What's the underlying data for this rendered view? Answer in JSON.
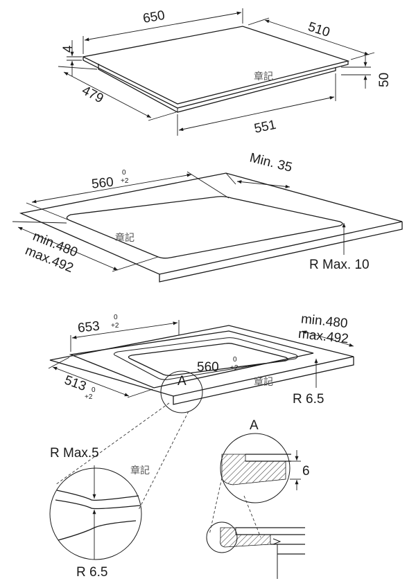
{
  "diagram": {
    "top_view": {
      "dim_width": "650",
      "dim_depth": "510",
      "dim_glass": "4",
      "dim_height": "50",
      "dim_side": "479",
      "dim_body": "551"
    },
    "cutout_view": {
      "dim_width": "560",
      "tol_width_top": "0",
      "tol_width_bottom": "+2",
      "dim_min_edge": "Min. 35",
      "dim_depth_min": "min.480",
      "dim_depth_max": "max.492",
      "radius_label": "R Max. 10"
    },
    "flush_view": {
      "dim_outer_width": "653",
      "tol_outer_top": "0",
      "tol_outer_bottom": "+2",
      "dim_depth_min": "min.480",
      "dim_depth_max": "max.492",
      "dim_inner_width": "560",
      "tol_inner_top": "0",
      "tol_inner_bottom": "+2",
      "dim_outer_depth": "513",
      "tol_depth_top": "0",
      "tol_depth_bottom": "+2",
      "detail_marker": "A",
      "radius_label": "R 6.5"
    },
    "detail_round": {
      "radius_top": "R Max.5",
      "radius_bottom": "R 6.5"
    },
    "detail_section": {
      "marker": "A",
      "dim_step": "6"
    },
    "watermarks": [
      "章記",
      "章記",
      "章記",
      "章記"
    ]
  }
}
